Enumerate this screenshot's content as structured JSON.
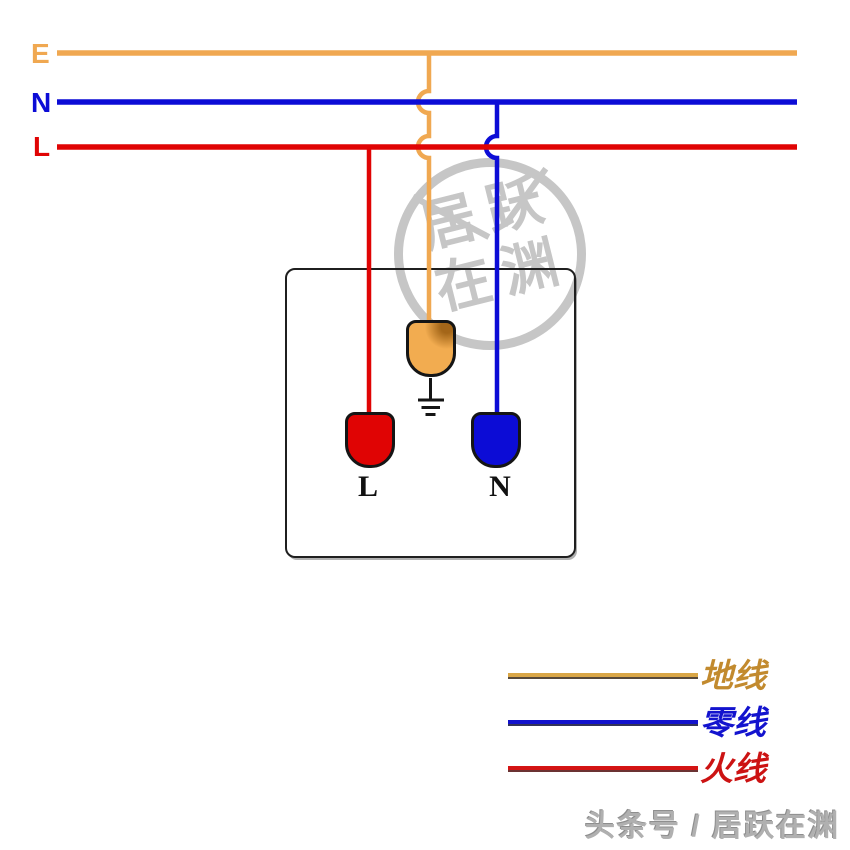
{
  "bus": {
    "earth_label": "E",
    "neutral_label": "N",
    "live_label": "L"
  },
  "colors": {
    "earth": "#F0A851",
    "neutral": "#0C0CD6",
    "live": "#E00404",
    "outline": "#1A1A1A",
    "watermark": "#C6C6C6",
    "credit_gray": "#B0B0B0"
  },
  "socket": {
    "live_terminal_label": "L",
    "neutral_terminal_label": "N"
  },
  "legend": {
    "items": [
      {
        "label": "地线",
        "line_color": "#D9A646",
        "label_color": "#C28A2E"
      },
      {
        "label": "零线",
        "line_color": "#1212CC",
        "label_color": "#1313CE"
      },
      {
        "label": "火线",
        "line_color": "#D41414",
        "label_color": "#CC1313"
      }
    ]
  },
  "watermark": {
    "row1": "居跃",
    "row2": "在渊"
  },
  "credit": "头条号 / 居跃在渊"
}
